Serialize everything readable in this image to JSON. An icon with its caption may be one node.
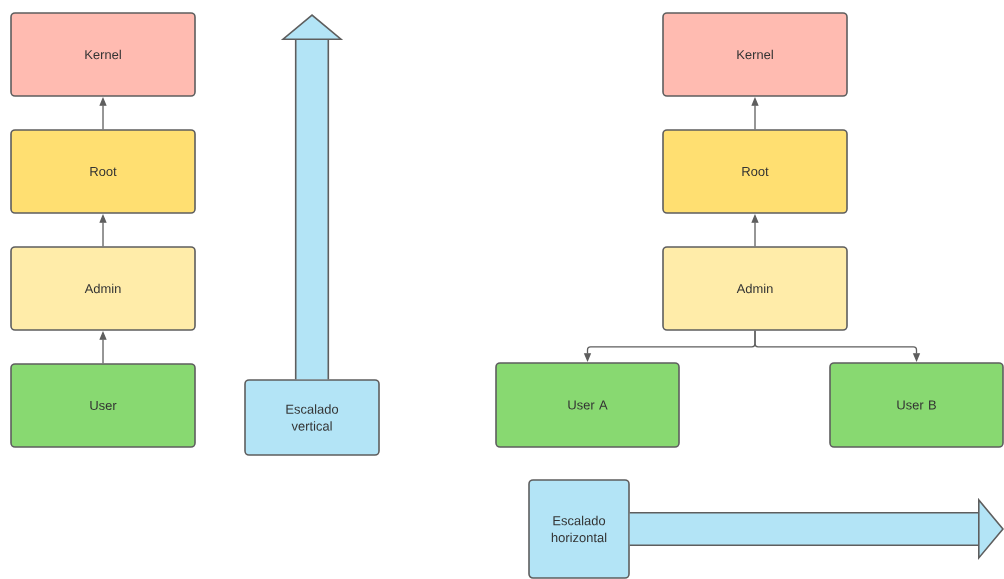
{
  "diagram": {
    "nodes": [
      {
        "text": [
          "Kernel"
        ]
      },
      {
        "text": [
          "Root"
        ]
      },
      {
        "text": [
          "Admin"
        ]
      },
      {
        "text": [
          "User"
        ]
      },
      {
        "text": [
          "Escalado vertical"
        ]
      },
      {
        "text": [
          "Kernel"
        ]
      },
      {
        "text": [
          "Root"
        ]
      },
      {
        "text": [
          "Admin"
        ]
      },
      {
        "text": [
          "User A"
        ]
      },
      {
        "text": [
          "User B"
        ]
      },
      {
        "text": [
          "Escalado horizontal"
        ]
      }
    ],
    "edges": [
      {
        "from": 3,
        "to": 2,
        "arrow": "to"
      },
      {
        "from": 2,
        "to": 1,
        "arrow": "to"
      },
      {
        "from": 1,
        "to": 0,
        "arrow": "to"
      },
      {
        "from": 4,
        "to": null,
        "arrow": "to",
        "style": "thick"
      },
      {
        "from": 7,
        "to": 6,
        "arrow": "to"
      },
      {
        "from": 6,
        "to": 5,
        "arrow": "to"
      },
      {
        "from": 7,
        "to": 8,
        "arrow": "to"
      },
      {
        "from": 7,
        "to": 9,
        "arrow": "to"
      },
      {
        "from": 10,
        "to": null,
        "arrow": "to",
        "style": "thick"
      }
    ]
  }
}
